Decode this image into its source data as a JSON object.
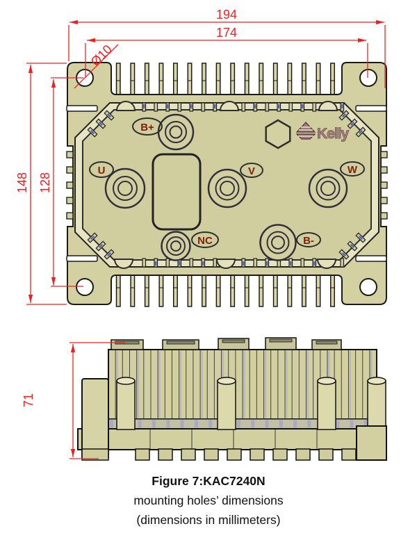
{
  "figure": {
    "caption_line1": "Figure 7:KAC7240N",
    "caption_line2": "mounting holes’ dimensions",
    "caption_line3": "(dimensions in millimeters)"
  },
  "dimensions": {
    "overall_width": "194",
    "hole_spacing_width": "174",
    "hole_diameter": "Ø10",
    "overall_height": "148",
    "hole_spacing_height": "128",
    "side_height": "71"
  },
  "labels": {
    "terminal_b_plus": "B+",
    "terminal_u": "U",
    "terminal_v": "V",
    "terminal_w": "W",
    "terminal_nc": "NC",
    "terminal_b_minus": "B-",
    "brand": "Kelly"
  },
  "colors": {
    "dimension_red": "#f02020",
    "body_khaki": "#d3d0a2",
    "body_light_band": "#e7e4c2",
    "body_face": "#d0cd9e",
    "label_dark_red": "#7f1f10",
    "brand_mauve": "#a07a7a",
    "outline_dark": "#1a1a1a",
    "accent_blue": "#5560c0",
    "shade_lavender": "#a9a9c6"
  }
}
